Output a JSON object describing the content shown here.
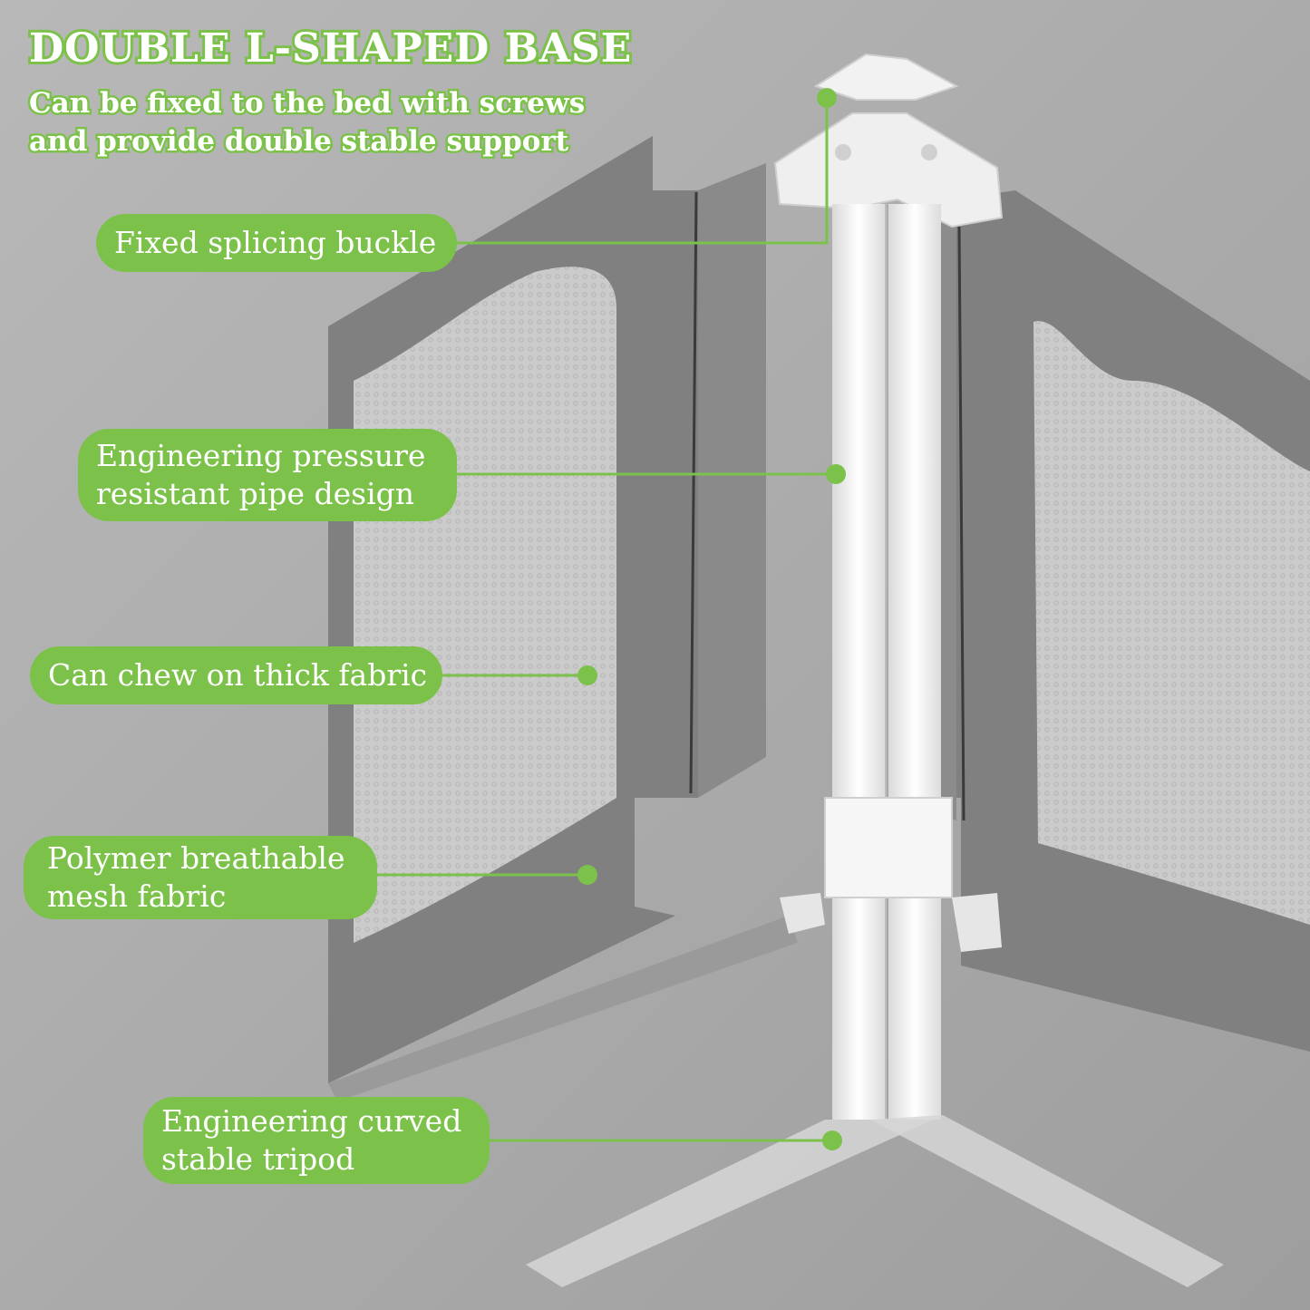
{
  "header": {
    "title": "DOUBLE L-SHAPED BASE",
    "subtitle_line1": "Can be fixed to the bed with screws",
    "subtitle_line2": "and provide double stable support"
  },
  "callouts": [
    {
      "id": "buckle",
      "lines": [
        "Fixed splicing buckle"
      ]
    },
    {
      "id": "pipe",
      "lines": [
        "Engineering pressure",
        "resistant pipe design"
      ]
    },
    {
      "id": "chew",
      "lines": [
        "Can chew on thick fabric"
      ]
    },
    {
      "id": "mesh",
      "lines": [
        "Polymer breathable",
        "mesh fabric"
      ]
    },
    {
      "id": "tripod",
      "lines": [
        "Engineering curved",
        "stable tripod"
      ]
    }
  ],
  "colors": {
    "accent_green": "#7cc24a",
    "background_gray": "#a9a9a9",
    "panel_gray": "#7d7d7d",
    "mesh_gray": "#cbcbcb",
    "pole_white": "#f4f4f4"
  }
}
